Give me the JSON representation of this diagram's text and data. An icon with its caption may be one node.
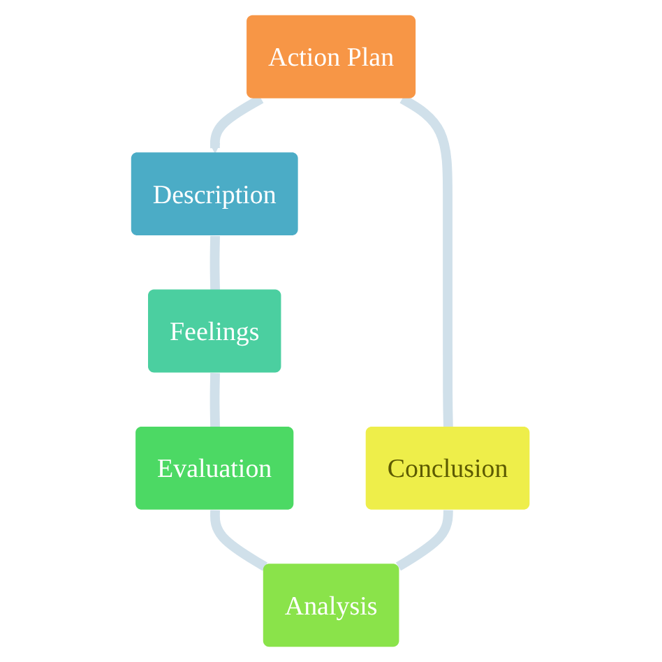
{
  "diagram": {
    "nodes": [
      {
        "text": [
          "Description"
        ]
      },
      {
        "text": [
          "Feelings"
        ]
      },
      {
        "text": [
          "Evaluation"
        ]
      },
      {
        "text": [
          "Analysis"
        ]
      },
      {
        "text": [
          "Conclusion"
        ]
      },
      {
        "text": [
          "Action Plan"
        ]
      }
    ],
    "edges": [
      {
        "from": 0,
        "to": 1,
        "arrow": "none"
      },
      {
        "from": 1,
        "to": 2,
        "arrow": "none"
      },
      {
        "from": 2,
        "to": 3,
        "arrow": "none"
      },
      {
        "from": 3,
        "to": 4,
        "arrow": "none"
      },
      {
        "from": 4,
        "to": 5,
        "arrow": "none"
      },
      {
        "from": 5,
        "to": 0,
        "arrow": "to"
      }
    ]
  }
}
